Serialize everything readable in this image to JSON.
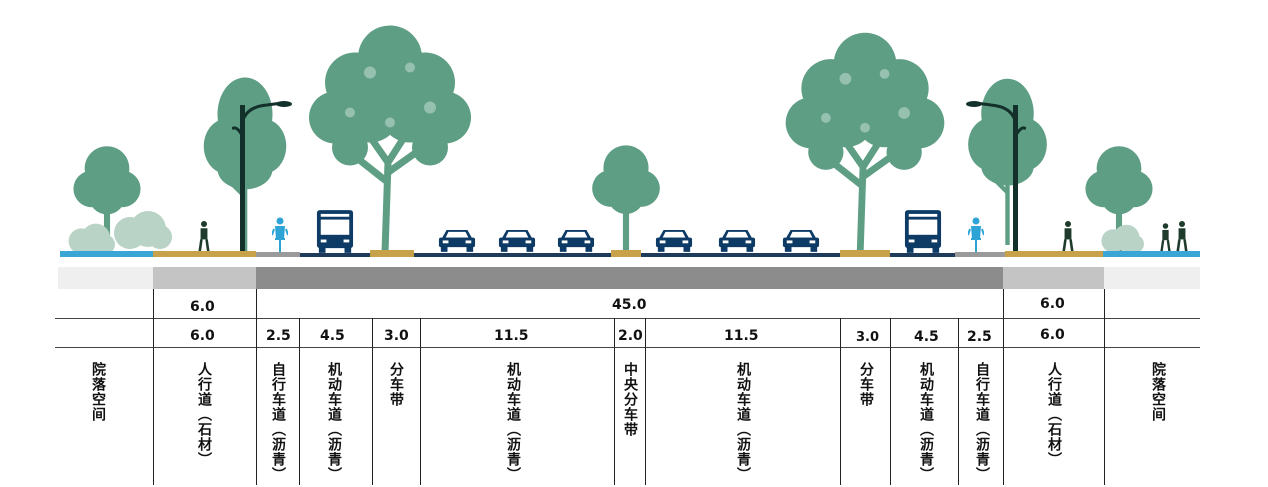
{
  "totals": {
    "sidewalk_left": "6.0",
    "carriageway": "45.0",
    "sidewalk_right": "6.0"
  },
  "widths": [
    "6.0",
    "2.5",
    "4.5",
    "3.0",
    "11.5",
    "2.0",
    "11.5",
    "3.0",
    "4.5",
    "2.5",
    "6.0"
  ],
  "zones": [
    "院落空间",
    "人行道（石材）",
    "自行车道（沥青）",
    "机动车道（沥青）",
    "分车带",
    "机动车道（沥青）",
    "中央分车带",
    "机动车道（沥青）",
    "分车带",
    "机动车道（沥青）",
    "自行车道（沥青）",
    "人行道（石材）",
    "院落空间"
  ],
  "colors": {
    "foliage": "#5e9e84",
    "foliage_light": "#b9d3c6",
    "sidewalk": "#c8a24a",
    "courtyard": "#3aa6d6",
    "road": "#1e3b5c",
    "bike": "#9a9a9a",
    "vehicle": "#0d3b66",
    "band_light": "#efefef",
    "band_mid": "#c4c4c4",
    "band_dark": "#8c8c8c"
  },
  "icons": [
    "tree-icon",
    "street-lamp-icon",
    "car-icon",
    "bus-icon",
    "cyclist-icon",
    "pedestrian-icon"
  ]
}
